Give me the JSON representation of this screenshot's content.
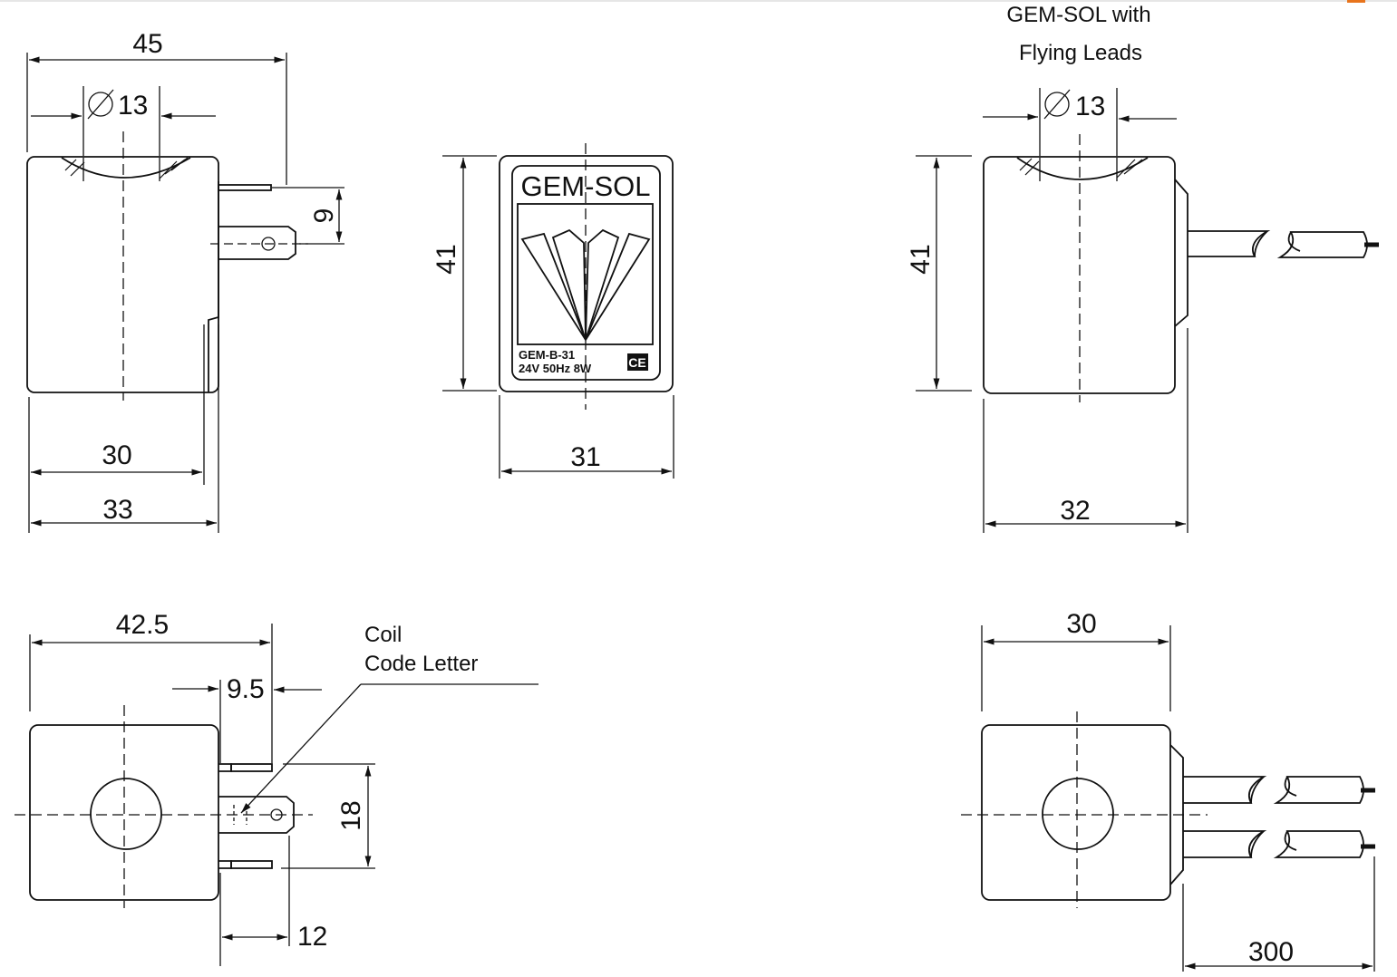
{
  "captions": {
    "flying_leads_line1": "GEM-SOL with",
    "flying_leads_line2": "Flying Leads",
    "coil_code_line1": "Coil",
    "coil_code_line2": "Code Letter"
  },
  "label": {
    "brand": "GEM-SOL",
    "model": "GEM-B-31",
    "rating": "24V 50Hz 8W",
    "mark": "CE"
  },
  "dimensions": {
    "top_left": {
      "overall_width": "45",
      "bore_dia": "13",
      "terminal_offset": "9",
      "inner_width": "30",
      "body_width": "33"
    },
    "front": {
      "height": "41",
      "width": "31"
    },
    "top_right": {
      "bore_dia": "13",
      "height": "41",
      "width": "32"
    },
    "bottom_left": {
      "overall_length": "42.5",
      "terminal_length": "9.5",
      "terminal_spacing": "18",
      "terminal_width": "12"
    },
    "bottom_right": {
      "body_width": "30",
      "lead_length": "300"
    }
  },
  "symbols": {
    "diameter": "⌀"
  }
}
